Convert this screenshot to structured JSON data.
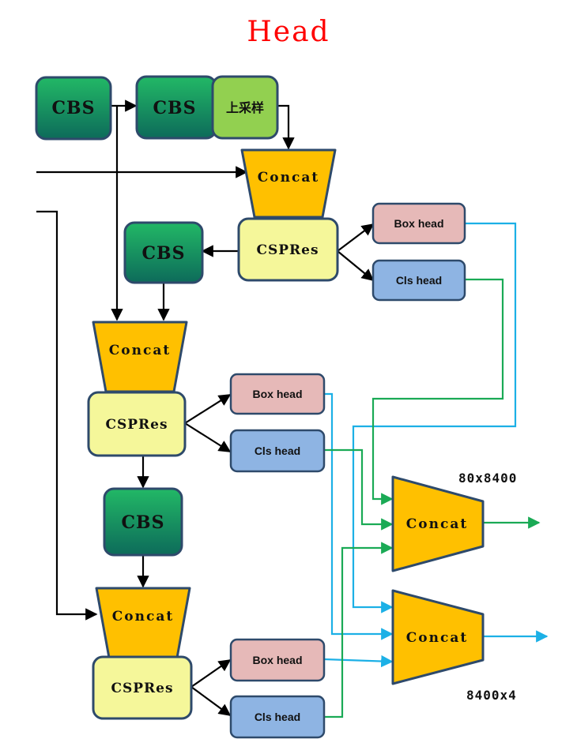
{
  "title": "Head",
  "cbs_label": "CBS",
  "upsample_label": "上采样",
  "concat_label": "Concat",
  "cspres_label": "CSPRes",
  "box_head_label": "Box head",
  "cls_head_label": "Cls head",
  "out_cls_dim": "80x8400",
  "out_box_dim": "8400x4",
  "colors": {
    "title": "#ff0000",
    "cbs_top": "#22b866",
    "cbs_bottom": "#0d6b5a",
    "upsample": "#92d050",
    "concat": "#ffc000",
    "cspres": "#f5f79a",
    "box_head": "#e6b9b8",
    "cls_head": "#8eb4e3",
    "border": "#2e4a6b",
    "arrow_black": "#000000",
    "arrow_blue": "#1cb0e6",
    "arrow_green": "#1aaa55"
  }
}
